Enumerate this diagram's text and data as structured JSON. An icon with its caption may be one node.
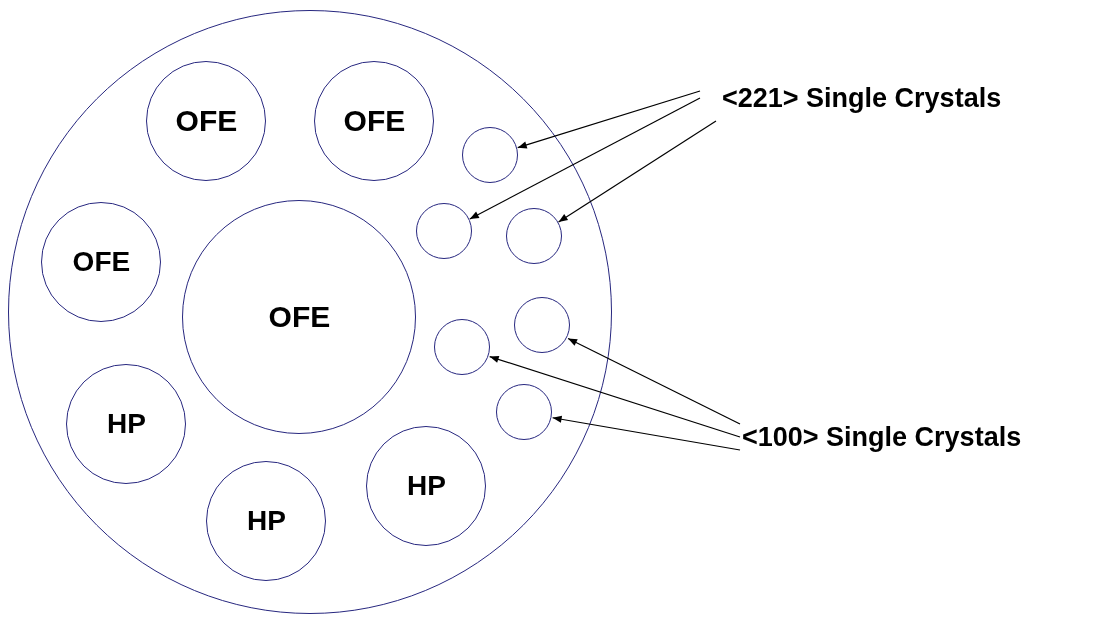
{
  "diagram": {
    "nodes": [
      {
        "text": [],
        "shape": "circle"
      },
      {
        "text": [
          "OFE"
        ],
        "in": 0
      },
      {
        "text": [
          "OFE"
        ],
        "in": 0
      },
      {
        "text": [],
        "shape": "circle",
        "in": 0
      },
      {
        "text": [
          "<221> Single Crystals"
        ]
      },
      {
        "text": [],
        "shape": "circle",
        "in": 0
      },
      {
        "text": [],
        "shape": "circle",
        "in": 0
      },
      {
        "text": [
          "OFE"
        ],
        "in": 0
      },
      {
        "text": [
          "OFE"
        ],
        "in": 0
      },
      {
        "text": [],
        "shape": "circle",
        "in": 0
      },
      {
        "text": [],
        "shape": "circle",
        "in": 0
      },
      {
        "text": [
          "HP"
        ],
        "in": 0
      },
      {
        "text": [],
        "shape": "circle",
        "in": 0
      },
      {
        "text": [
          "<100> Single Crystals"
        ]
      },
      {
        "text": [
          "HP"
        ],
        "in": 0
      },
      {
        "text": [
          "HP"
        ],
        "in": 0
      }
    ],
    "edges": [
      {
        "from": 4,
        "to": 3,
        "arrow": "to"
      },
      {
        "from": 4,
        "to": 5,
        "arrow": "to"
      },
      {
        "from": 4,
        "to": 6,
        "arrow": "to"
      },
      {
        "from": 13,
        "to": 10,
        "arrow": "to"
      },
      {
        "from": 13,
        "to": 9,
        "arrow": "to"
      },
      {
        "from": 13,
        "to": 12,
        "arrow": "to"
      }
    ]
  }
}
